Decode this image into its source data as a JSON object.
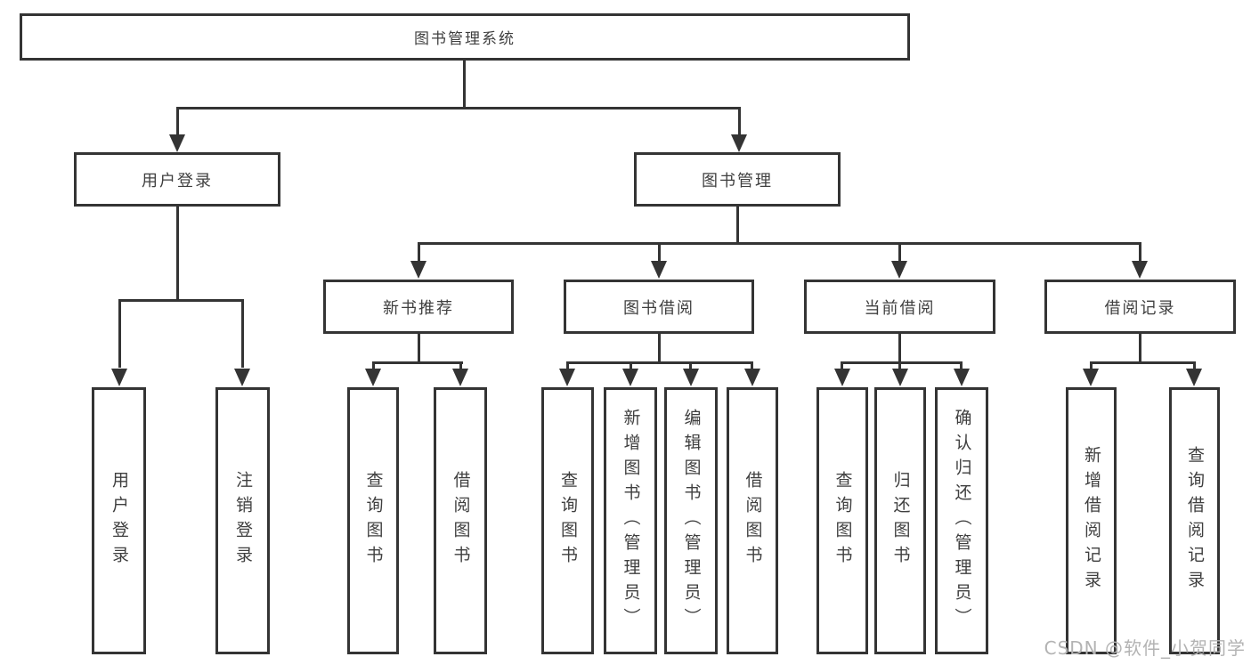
{
  "tree": {
    "root": {
      "label": "图书管理系统"
    },
    "branches": [
      {
        "label": "用户登录",
        "children": [
          {
            "label": "用户登录"
          },
          {
            "label": "注销登录"
          }
        ]
      },
      {
        "label": "图书管理",
        "children": [
          {
            "label": "新书推荐",
            "children": [
              {
                "label": "查询图书"
              },
              {
                "label": "借阅图书"
              }
            ]
          },
          {
            "label": "图书借阅",
            "children": [
              {
                "label": "查询图书"
              },
              {
                "label": "新增图书（管理员）"
              },
              {
                "label": "编辑图书（管理员）"
              },
              {
                "label": "借阅图书"
              }
            ]
          },
          {
            "label": "当前借阅",
            "children": [
              {
                "label": "查询图书"
              },
              {
                "label": "归还图书"
              },
              {
                "label": "确认归还（管理员）"
              }
            ]
          },
          {
            "label": "借阅记录",
            "children": [
              {
                "label": "新增借阅记录"
              },
              {
                "label": "查询借阅记录"
              }
            ]
          }
        ]
      }
    ]
  },
  "watermark": "CSDN @软件_小贺同学",
  "colors": {
    "line": "#343434",
    "box_border": "#343434",
    "text": "#3f3f3f",
    "watermark": "#b3b3b3",
    "background": "#ffffff"
  }
}
